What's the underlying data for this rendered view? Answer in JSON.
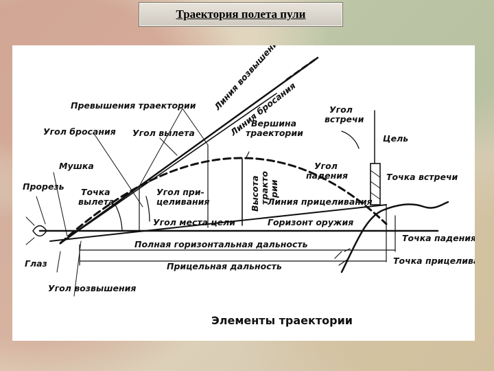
{
  "title": "Траектория полета пули",
  "caption": "Элементы траектории",
  "labels": {
    "elevation_line": "Линия возвышения",
    "throw_line": "Линия бросания",
    "trajectory_excess": "Превышения траектории",
    "throw_angle": "Угол бросания",
    "departure_angle": "Угол вылета",
    "apex_1": "Вершина",
    "apex_2": "траектории",
    "meeting_angle_1": "Угол",
    "meeting_angle_2": "встречи",
    "target": "Цель",
    "front_sight": "Мушка",
    "rear_sight": "Прорезь",
    "departure_point_1": "Точка",
    "departure_point_2": "вылета",
    "aiming_angle_1": "Угол при-",
    "aiming_angle_2": "целивания",
    "height_1": "Высота",
    "height_2": "трактo",
    "height_3": "рии",
    "fall_angle_1": "Угол",
    "fall_angle_2": "падения",
    "meeting_point": "Точка встречи",
    "sight_line": "Линия прицеливания",
    "site_angle": "Угол места цели",
    "weapon_horizon": "Горизонт оружия",
    "full_range": "Полная горизонтальная дальность",
    "impact_point": "Точка падения",
    "eye": "Глаз",
    "sighting_range": "Прицельная дальность",
    "aiming_point": "Точка прицеливания",
    "elevation_angle": "Угол возвышения"
  },
  "colors": {
    "ink": "#111111",
    "panel": "#ffffff",
    "title_bg": "#dedad2"
  }
}
